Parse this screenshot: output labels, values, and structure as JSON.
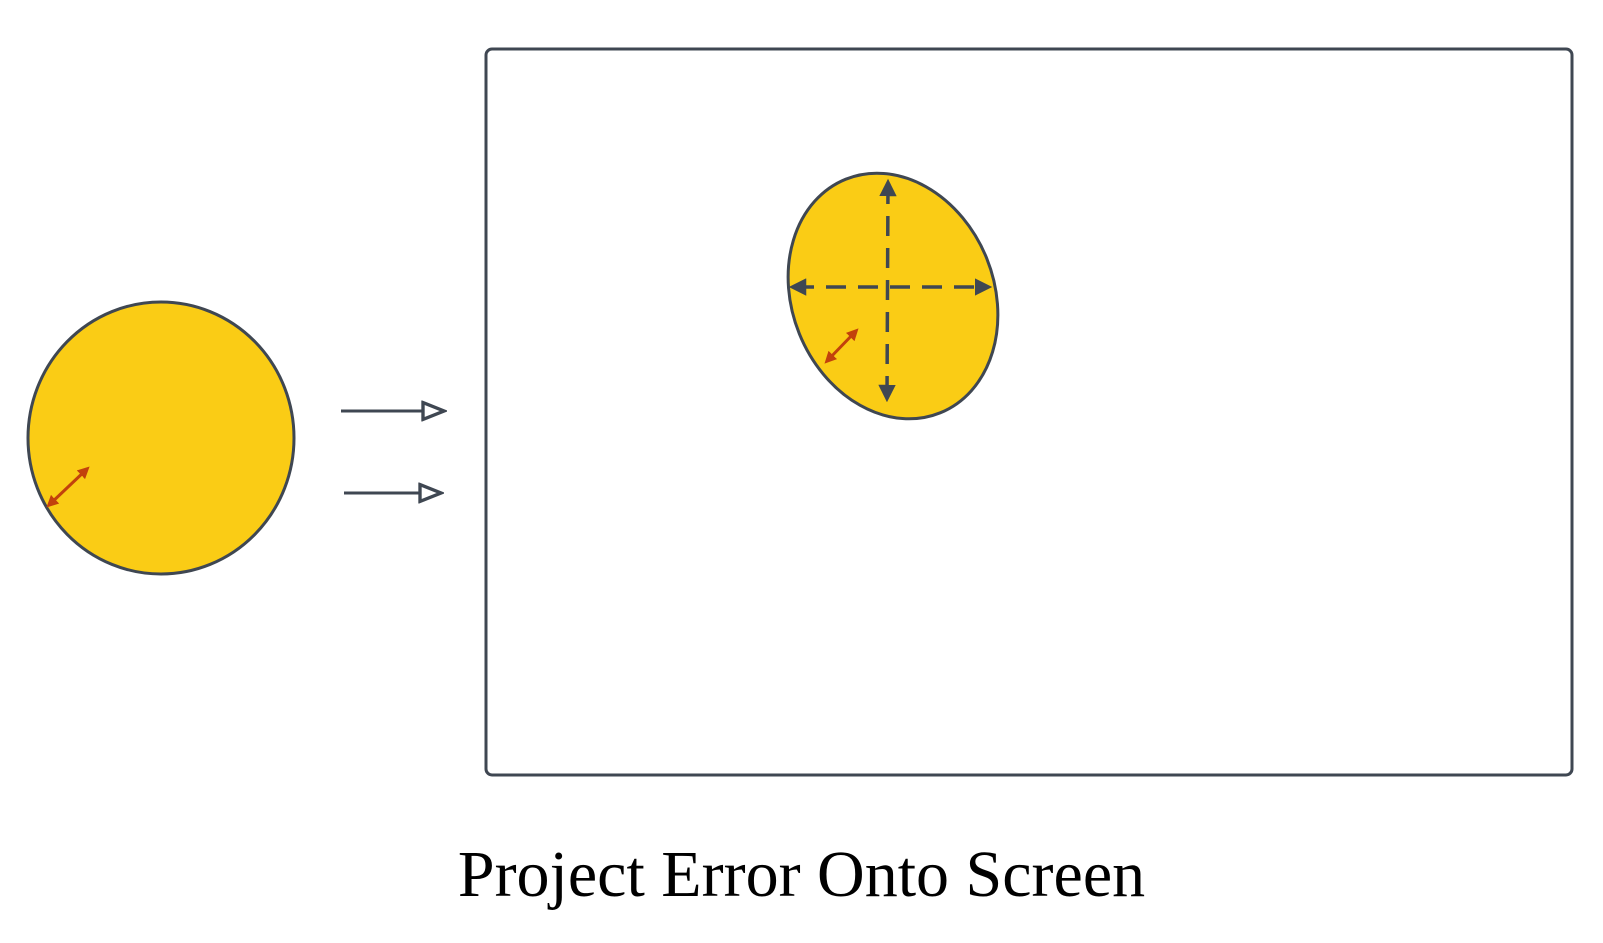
{
  "caption": "Project Error Onto Screen",
  "colors": {
    "fill": "#FACC15",
    "stroke": "#3F4752",
    "error_arrow": "#C2410C",
    "screen_border": "#3F4752",
    "background": "#FFFFFF"
  },
  "elements": {
    "source_shape": "circle",
    "projection_arrows": 2,
    "screen_shape": "rectangle",
    "projected_shape": "ellipse",
    "projected_axes": "dashed-cross-arrows"
  }
}
